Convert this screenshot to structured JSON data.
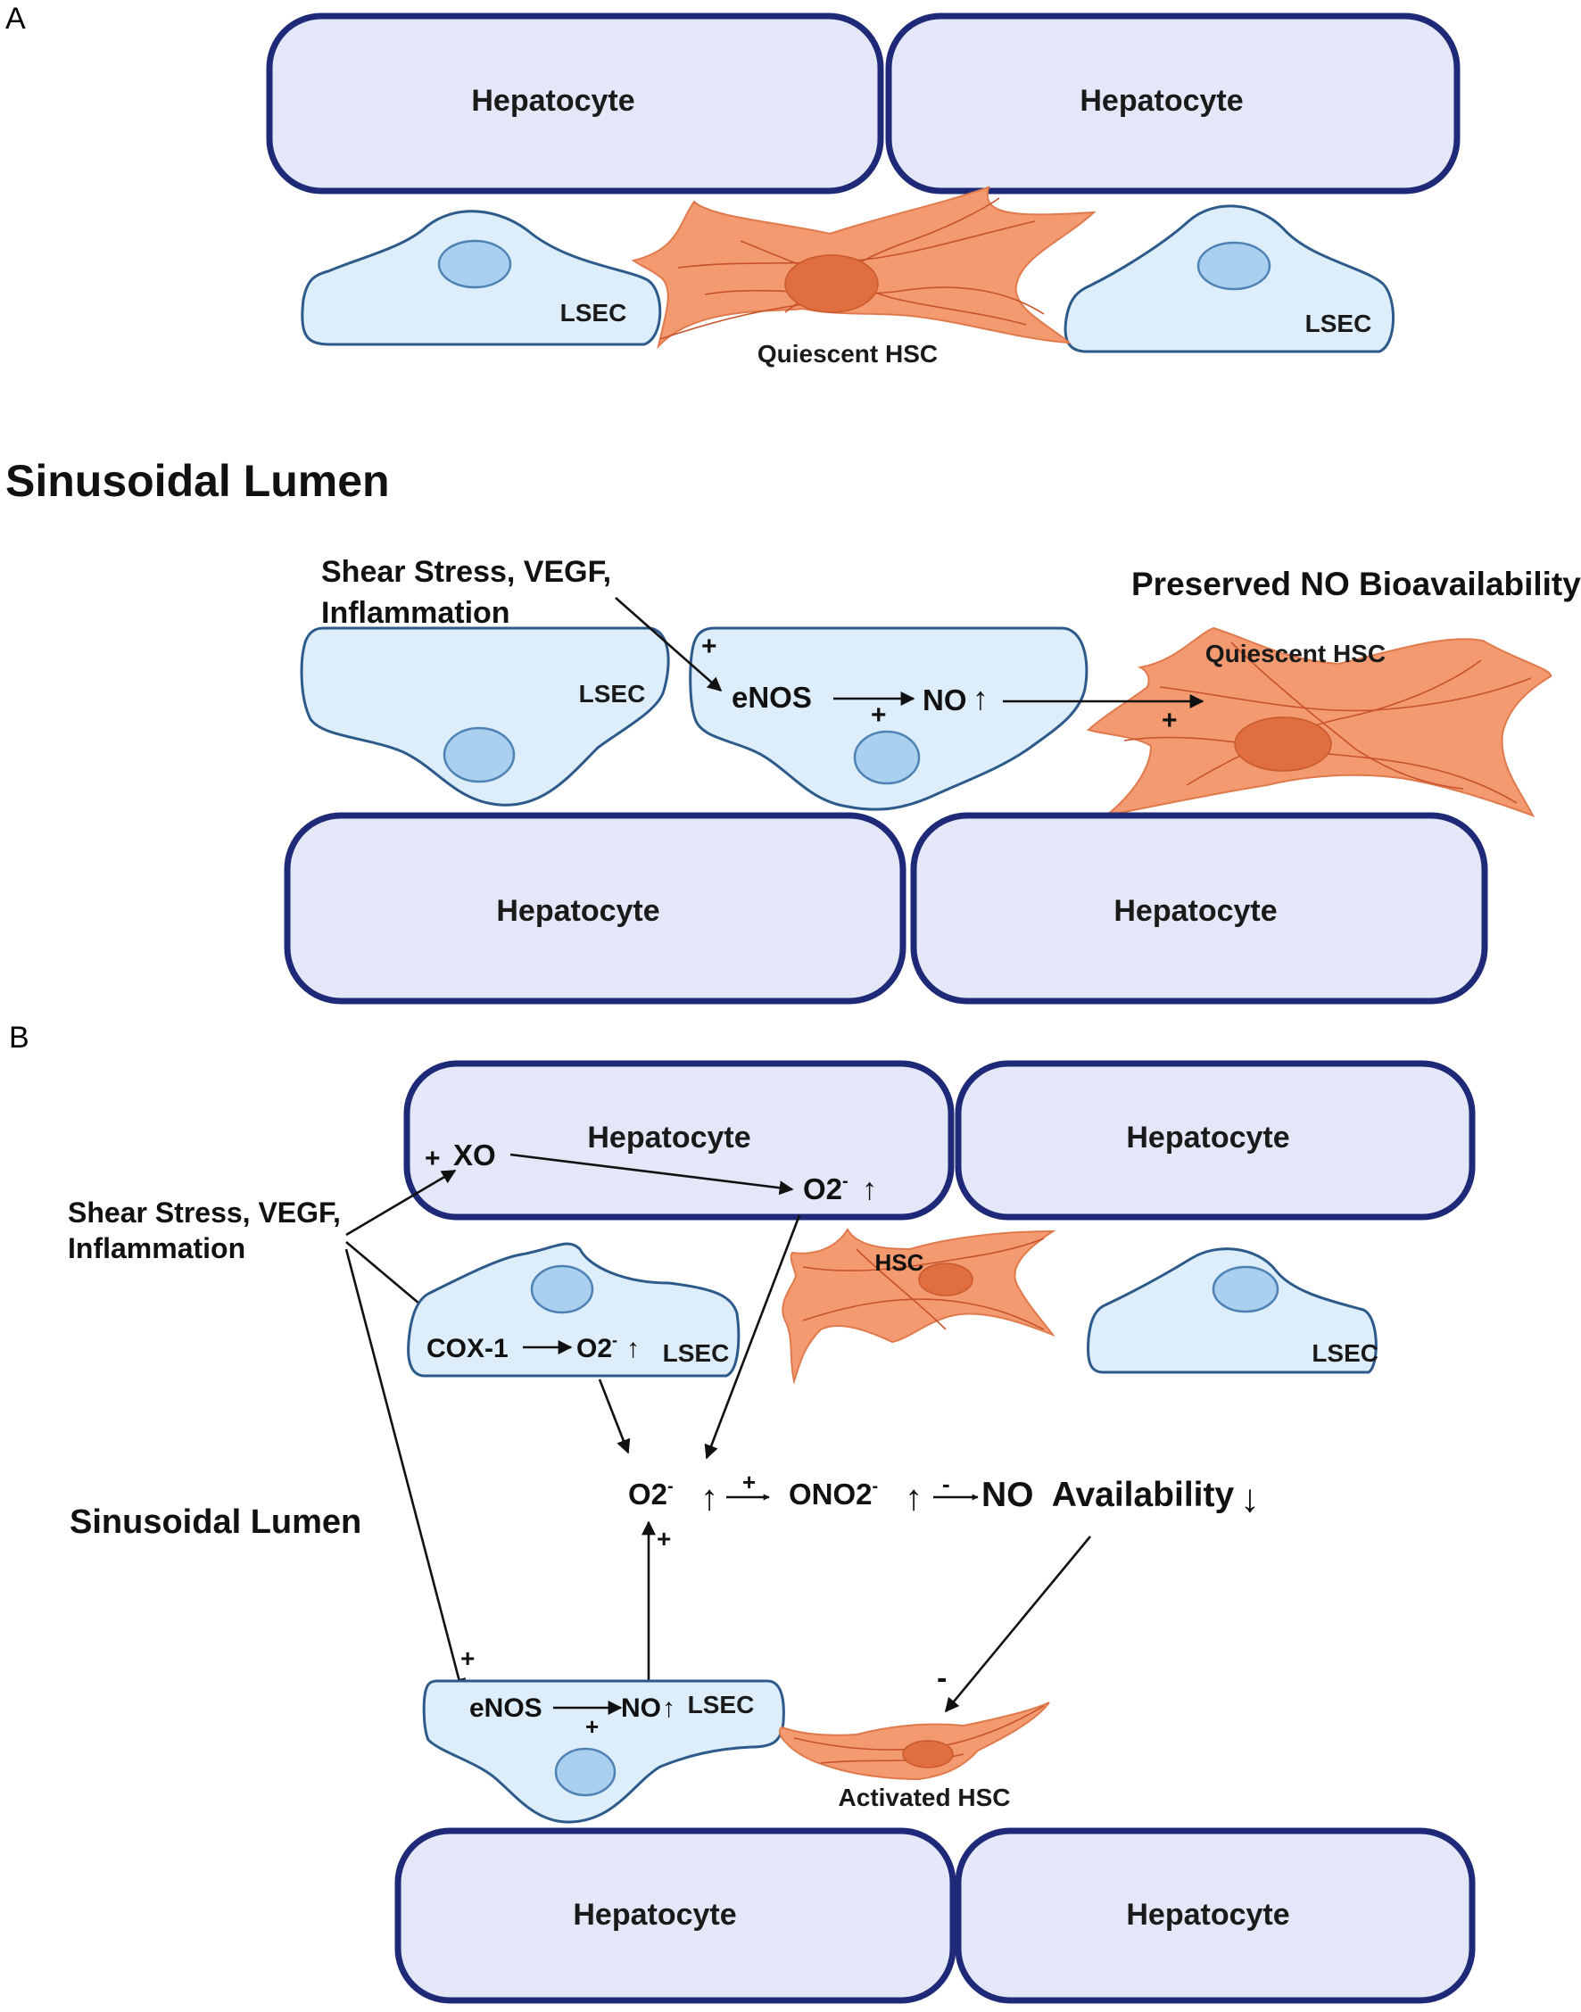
{
  "panel_a": {
    "letter": "A",
    "top_hepatocytes": [
      "Hepatocyte",
      "Hepatocyte"
    ],
    "top_lsec_left": "LSEC",
    "top_lsec_right": "LSEC",
    "top_hsc": "Quiescent HSC",
    "lumen_title": "Sinusoidal Lumen",
    "stimuli_line1": "Shear Stress, VEGF,",
    "stimuli_line2": "Inflammation",
    "plus_sign": "+",
    "enos": "eNOS",
    "no_up": "NO",
    "up_arrow": "↑",
    "lsec_label": "LSEC",
    "preserved": "Preserved NO Bioavailability",
    "lower_hsc": "Quiescent HSC",
    "bottom_hepatocytes": [
      "Hepatocyte",
      "Hepatocyte"
    ]
  },
  "panel_b": {
    "letter": "B",
    "top_hepatocytes": [
      "Hepatocyte",
      "Hepatocyte"
    ],
    "xo": "XO",
    "o2_hep": "O2",
    "superscript_minus": "-",
    "up_arrow": "↑",
    "down_arrow": "↓",
    "plus_sign": "+",
    "minus_sign": "-",
    "stimuli_line1": "Shear Stress, VEGF,",
    "stimuli_line2": "Inflammation",
    "hsc": "HSC",
    "cox1": "COX-1",
    "o2_lsec": "O2",
    "lsec_label": "LSEC",
    "lumen_title": "Sinusoidal Lumen",
    "o2_center": "O2",
    "ono2": "ONO2",
    "no_availability": "NO  Availability",
    "enos": "eNOS",
    "no_up": "NO",
    "activated_hsc": "Activated HSC",
    "bottom_hepatocytes": [
      "Hepatocyte",
      "Hepatocyte"
    ]
  },
  "colors": {
    "hepatocyte_fill": "#e3e7f7",
    "hepatocyte_border": "#1e2a78",
    "lsec_fill": "#ddeefa",
    "nucleus": "#a9d0ee",
    "hsc": "#f39a70"
  }
}
